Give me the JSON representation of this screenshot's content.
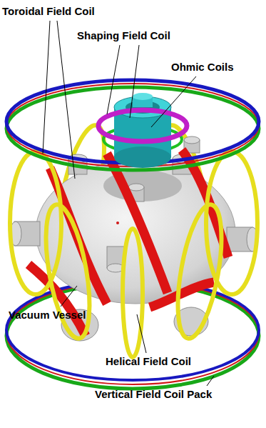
{
  "diagram": {
    "labels": [
      "Toroidal Field Coil",
      "Shaping Field Coil",
      "Ohmic Coils",
      "Vacuum Vessel",
      "Helical Field Coil",
      "Vertical Field Coil Pack"
    ]
  }
}
